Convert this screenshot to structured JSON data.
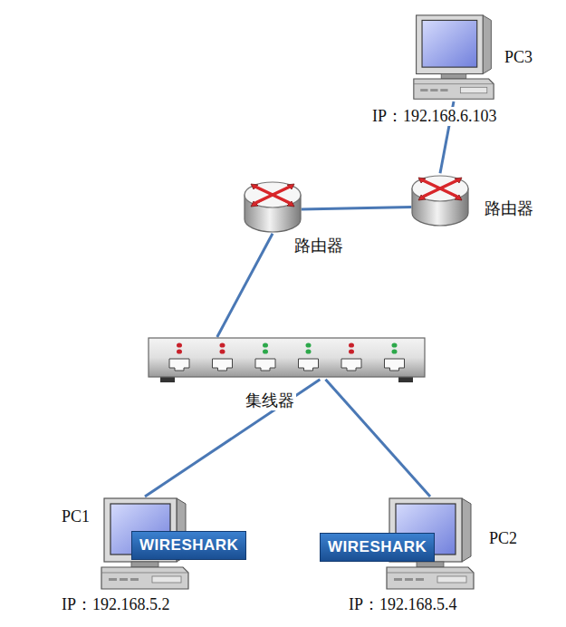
{
  "diagram": {
    "nodes": [
      {
        "text": [
          "PC3",
          "IP：192.168.6.103"
        ]
      },
      {
        "text": [
          "路由器"
        ]
      },
      {
        "text": [
          "路由器"
        ]
      },
      {
        "text": [
          "集线器"
        ]
      },
      {
        "text": [
          "PC1",
          "IP：192.168.5.2"
        ]
      },
      {
        "text": [
          "PC2",
          "IP：192.168.5.4"
        ]
      }
    ],
    "edges": [
      {
        "from": 0,
        "to": 2,
        "arrow": "none"
      },
      {
        "from": 1,
        "to": 2,
        "arrow": "none"
      },
      {
        "from": 1,
        "to": 3,
        "arrow": "none"
      },
      {
        "from": 3,
        "to": 4,
        "arrow": "none"
      },
      {
        "from": 3,
        "to": 5,
        "arrow": "none"
      }
    ],
    "labels": [
      "WIRESHARK",
      "WIRESHARK"
    ]
  }
}
